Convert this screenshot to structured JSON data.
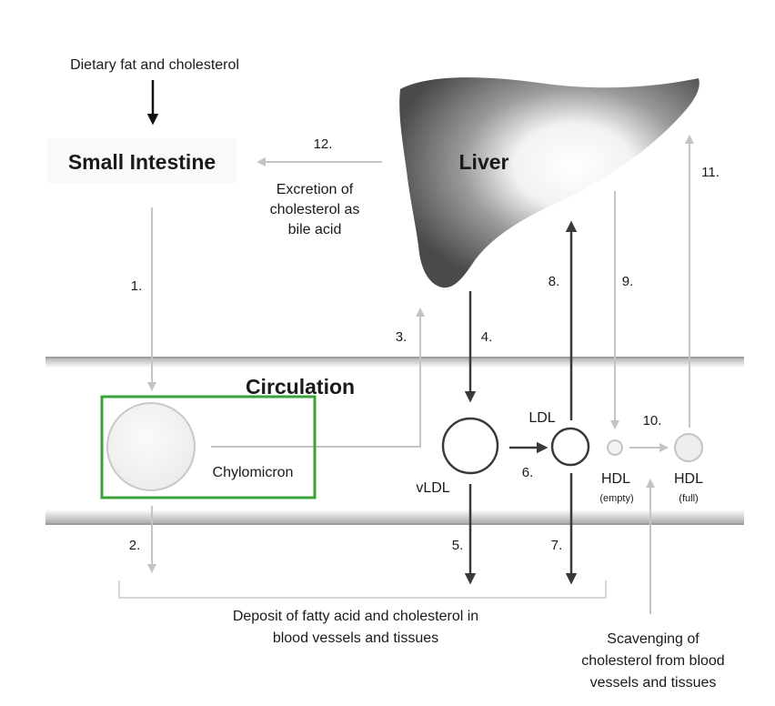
{
  "labels": {
    "dietary": "Dietary fat and cholesterol",
    "small_intestine": "Small Intestine",
    "liver": "Liver",
    "circulation": "Circulation",
    "excretion": [
      "Excretion of",
      "cholesterol as",
      "bile acid"
    ],
    "chylomicron": "Chylomicron",
    "vldl": "vLDL",
    "ldl": "LDL",
    "hdl_empty": "HDL",
    "hdl_empty_sub": "(empty)",
    "hdl_full": "HDL",
    "hdl_full_sub": "(full)",
    "deposit": [
      "Deposit of fatty acid and cholesterol in",
      "blood vessels and tissues"
    ],
    "scavenging": [
      "Scavenging of",
      "cholesterol from blood",
      "vessels and tissues"
    ]
  },
  "steps": {
    "s1": "1.",
    "s2": "2.",
    "s3": "3.",
    "s4": "4.",
    "s5": "5.",
    "s6": "6.",
    "s7": "7.",
    "s8": "8.",
    "s9": "9.",
    "s10": "10.",
    "s11": "11.",
    "s12": "12."
  },
  "colors": {
    "dark_arrow": "#3a3a3a",
    "light_arrow": "#c4c4c4",
    "highlight_box": "#3aa03a"
  }
}
